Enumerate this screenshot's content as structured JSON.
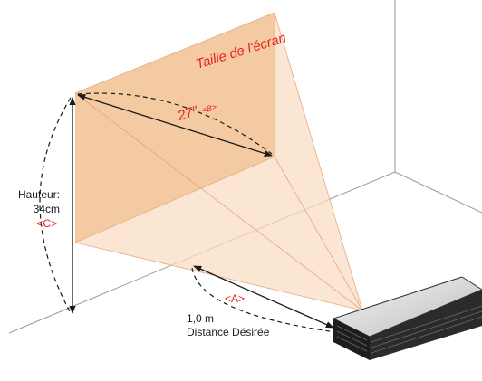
{
  "labels": {
    "screen_size": "Taille de l'écran",
    "diagonal": "27\"",
    "diagonal_tag": "<B>",
    "height_title": "Hauteur:",
    "height_value": "34cm",
    "height_tag": "<C>",
    "distance_tag": "<A>",
    "distance_value": "1,0 m",
    "distance_title": "Distance Désirée"
  },
  "colors": {
    "accent_text": "#e8231d",
    "screen_fill": "#f2c79c",
    "beam_fill": "#fadcc4",
    "line": "#1a1a1a",
    "room_line": "#9a9a9a"
  }
}
